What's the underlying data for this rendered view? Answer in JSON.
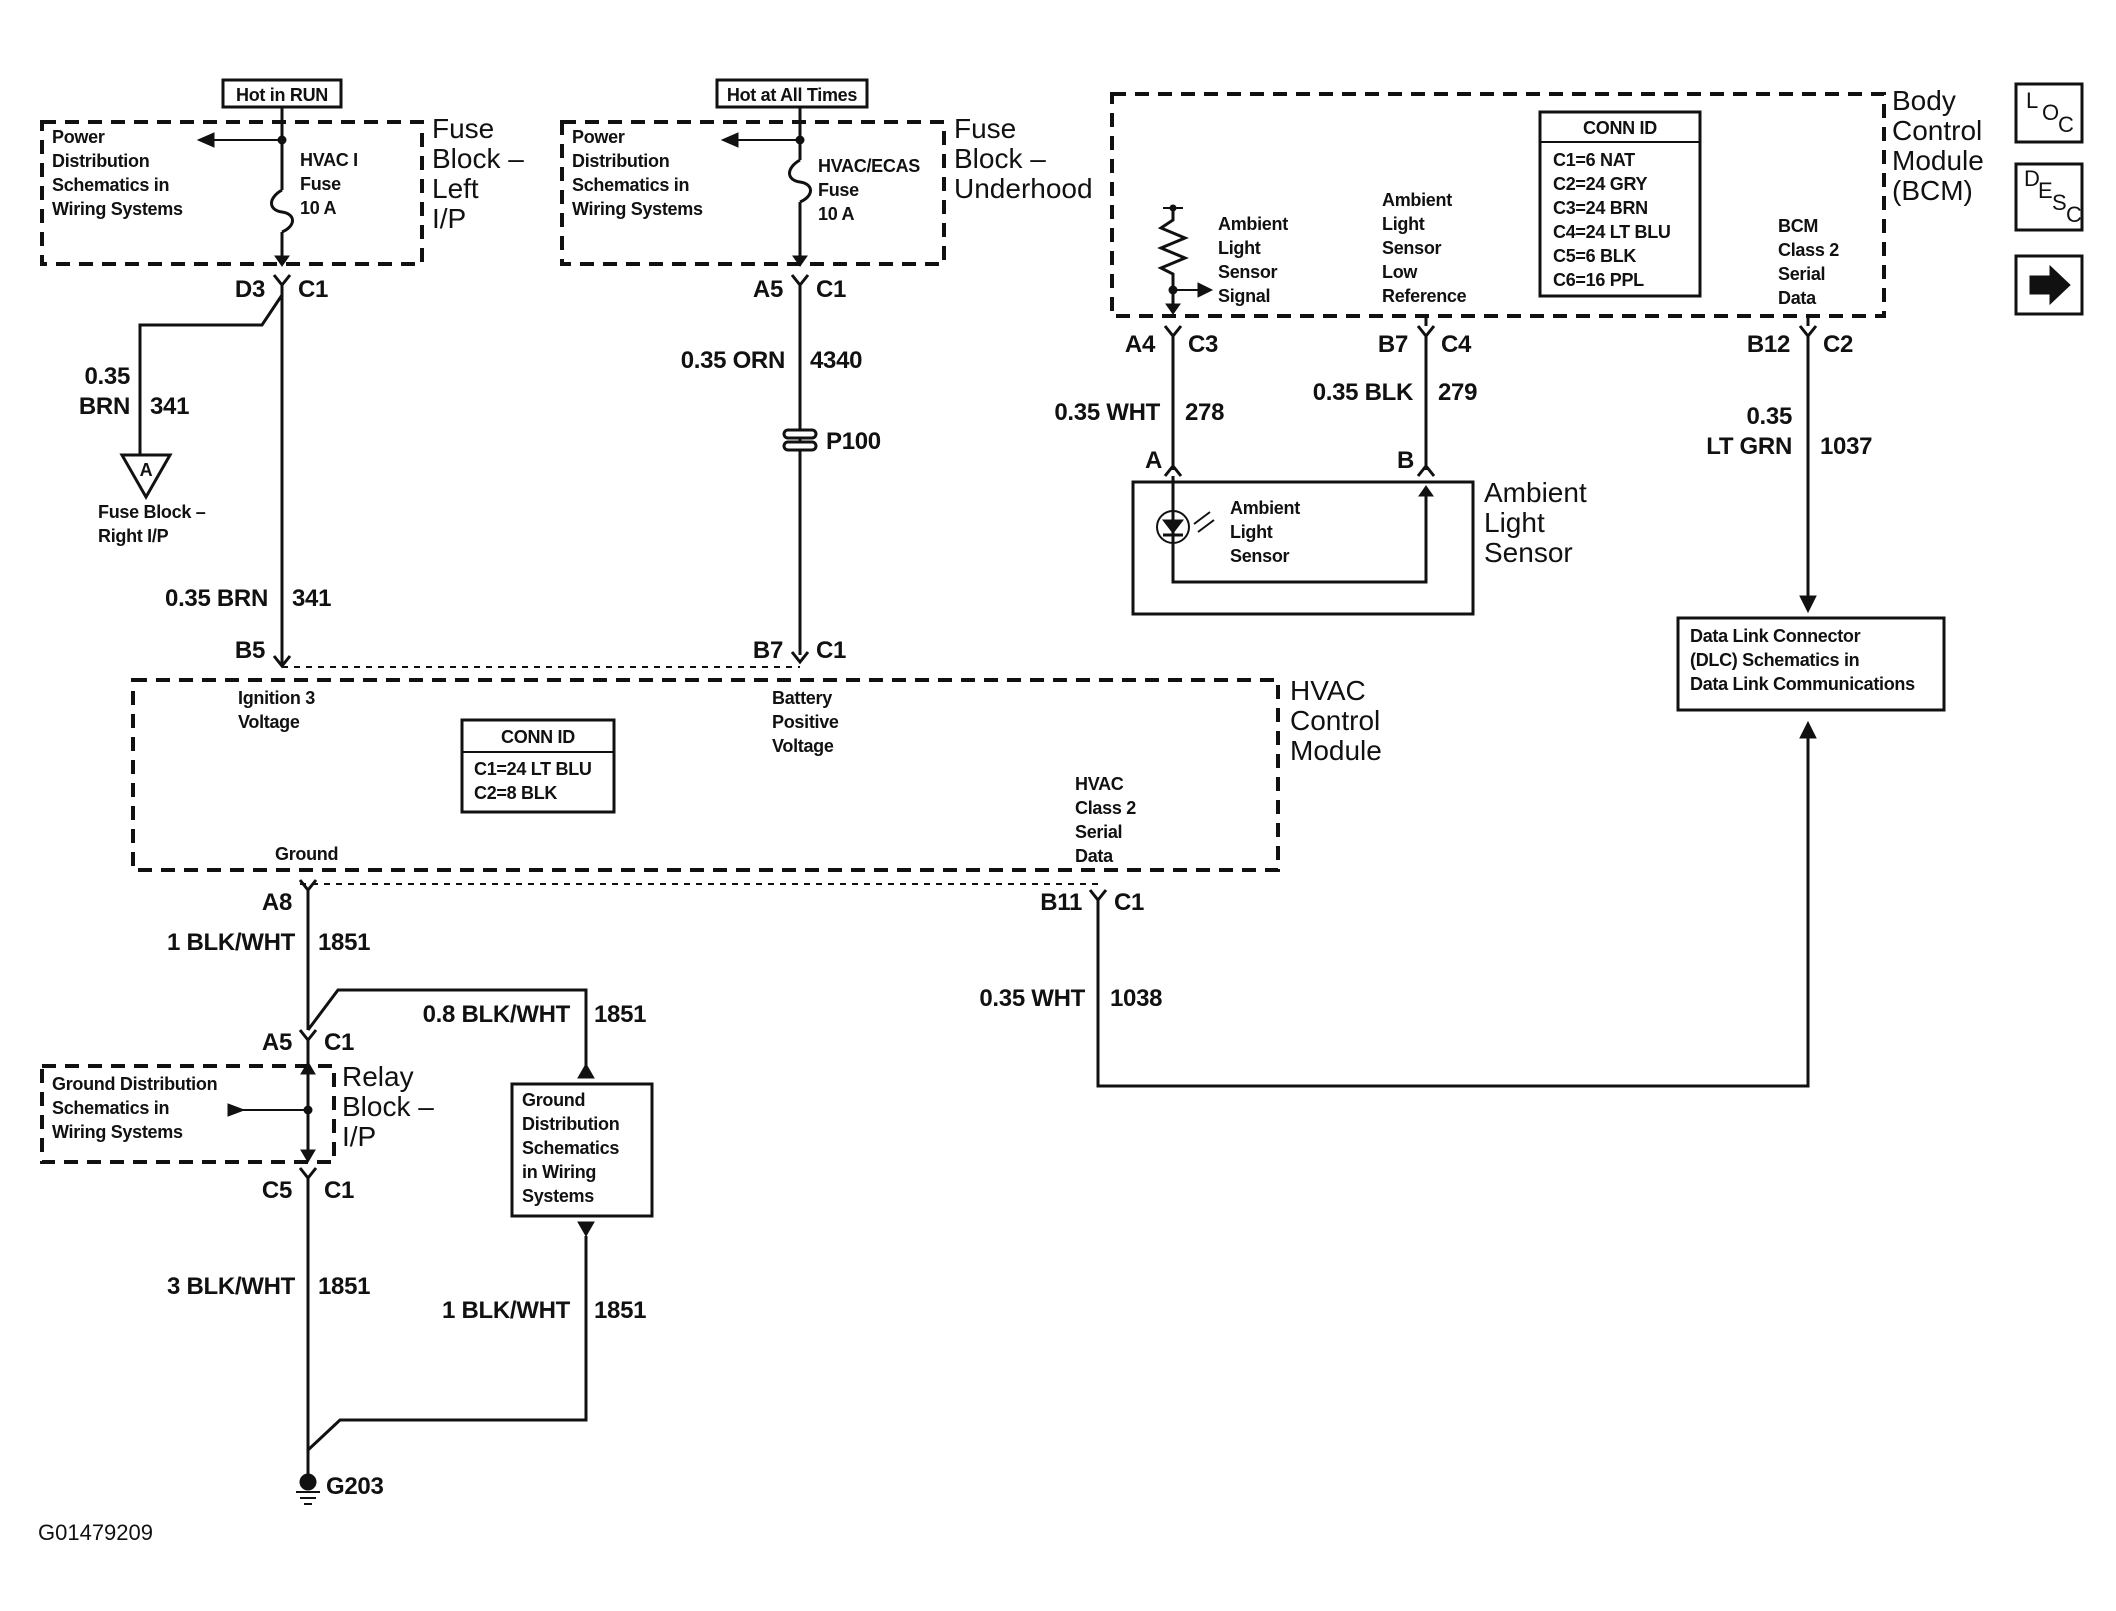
{
  "fuse_left": {
    "hot_label": "Hot in RUN",
    "dist_lines": [
      "Power",
      "Distribution",
      "Schematics in",
      "Wiring Systems"
    ],
    "fuse_lines": [
      "HVAC I",
      "Fuse",
      "10 A"
    ],
    "block_lines": [
      "Fuse",
      "Block –",
      "Left",
      "I/P"
    ],
    "conn_pin": "D3",
    "conn_id": "C1"
  },
  "fuse_under": {
    "hot_label": "Hot at All Times",
    "dist_lines": [
      "Power",
      "Distribution",
      "Schematics in",
      "Wiring Systems"
    ],
    "fuse_lines": [
      "HVAC/ECAS",
      "Fuse",
      "10 A"
    ],
    "block_lines": [
      "Fuse",
      "Block –",
      "Underhood"
    ],
    "conn_pin": "A5",
    "conn_id": "C1"
  },
  "wires": {
    "w341_upper": {
      "size": "0.35",
      "color": "BRN",
      "circuit": "341"
    },
    "w341_lower": {
      "label": "0.35 BRN",
      "circuit": "341"
    },
    "w4340": {
      "label": "0.35 ORN",
      "circuit": "4340"
    },
    "splice": "P100",
    "w278": {
      "label": "0.35 WHT",
      "circuit": "278"
    },
    "w279": {
      "label": "0.35 BLK",
      "circuit": "279"
    },
    "w1037": {
      "size": "0.35",
      "color": "LT GRN",
      "circuit": "1037"
    },
    "w1851a": {
      "label": "1 BLK/WHT",
      "circuit": "1851"
    },
    "w1851b": {
      "label": "0.8 BLK/WHT",
      "circuit": "1851"
    },
    "w1851c": {
      "label": "3 BLK/WHT",
      "circuit": "1851"
    },
    "w1851d": {
      "label": "1 BLK/WHT",
      "circuit": "1851"
    },
    "w1038": {
      "label": "0.35 WHT",
      "circuit": "1038"
    }
  },
  "offpage_a": {
    "letter": "A",
    "lines": [
      "Fuse Block –",
      "Right I/P"
    ]
  },
  "hvac_module": {
    "name_lines": [
      "HVAC",
      "Control",
      "Module"
    ],
    "pin_b5": "B5",
    "pin_b7": "B7",
    "pin_b7_conn": "C1",
    "ign_lines": [
      "Ignition 3",
      "Voltage"
    ],
    "batt_lines": [
      "Battery",
      "Positive",
      "Voltage"
    ],
    "ground_label": "Ground",
    "data_lines": [
      "HVAC",
      "Class 2",
      "Serial",
      "Data"
    ],
    "pin_a8": "A8",
    "pin_b11": "B11",
    "pin_b11_conn": "C1",
    "conn_id_title": "CONN ID",
    "conn_ids": [
      "C1=24 LT BLU",
      "C2=8 BLK"
    ]
  },
  "bcm": {
    "name_lines": [
      "Body",
      "Control",
      "Module",
      "(BCM)"
    ],
    "conn_id_title": "CONN ID",
    "conn_ids": [
      "C1=6 NAT",
      "C2=24 GRY",
      "C3=24 BRN",
      "C4=24 LT BLU",
      "C5=6 BLK",
      "C6=16 PPL"
    ],
    "signal_lines": [
      "Ambient",
      "Light",
      "Sensor",
      "Signal"
    ],
    "lowref_lines": [
      "Ambient",
      "Light",
      "Sensor",
      "Low",
      "Reference"
    ],
    "data_lines": [
      "BCM",
      "Class 2",
      "Serial",
      "Data"
    ],
    "pin_a4": "A4",
    "pin_a4_conn": "C3",
    "pin_b7": "B7",
    "pin_b7_conn": "C4",
    "pin_b12": "B12",
    "pin_b12_conn": "C2"
  },
  "sensor": {
    "pin_a": "A",
    "pin_b": "B",
    "inner_lines": [
      "Ambient",
      "Light",
      "Sensor"
    ],
    "name_lines": [
      "Ambient",
      "Light",
      "Sensor"
    ]
  },
  "dlc": {
    "lines": [
      "Data Link Connector",
      "(DLC) Schematics in",
      "Data Link Communications"
    ]
  },
  "relay": {
    "dist_lines": [
      "Ground Distribution",
      "Schematics in",
      "Wiring Systems"
    ],
    "block_lines": [
      "Relay",
      "Block –",
      "I/P"
    ],
    "pin_a5": "A5",
    "pin_a5_conn": "C1",
    "pin_c5": "C5",
    "pin_c5_conn": "C1"
  },
  "ground_dist": {
    "lines": [
      "Ground",
      "Distribution",
      "Schematics",
      "in Wiring",
      "Systems"
    ]
  },
  "ground": {
    "label": "G203"
  },
  "side_icons": {
    "loc": [
      "L",
      "O",
      "C"
    ],
    "desc": [
      "D",
      "E",
      "S",
      "C"
    ],
    "next": "next-arrow-icon"
  },
  "ref_id": "G01479209"
}
